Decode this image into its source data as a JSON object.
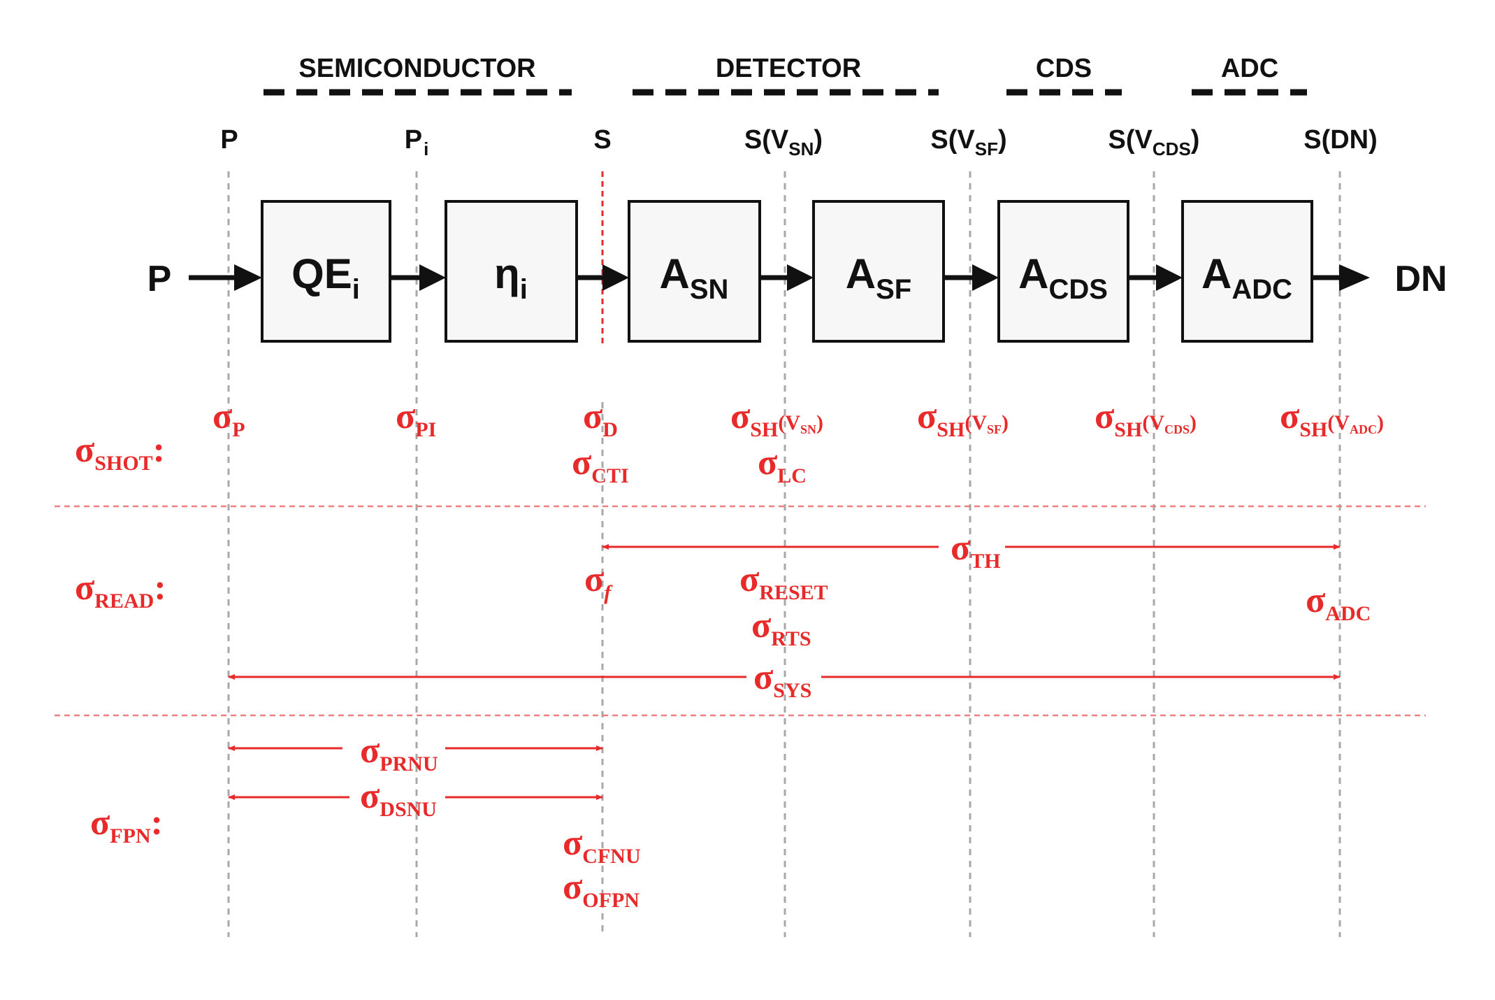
{
  "stages": [
    {
      "label": "SEMICONDUCTOR"
    },
    {
      "label": "DETECTOR"
    },
    {
      "label": "CDS"
    },
    {
      "label": "ADC"
    }
  ],
  "nodes": [
    {
      "main": "P",
      "sub": "",
      "tail": ""
    },
    {
      "main": "P",
      "sub": "i",
      "tail": ""
    },
    {
      "main": "S",
      "sub": "",
      "tail": ""
    },
    {
      "main": "S(V",
      "sub": "SN",
      "tail": ")"
    },
    {
      "main": "S(V",
      "sub": "SF",
      "tail": ")"
    },
    {
      "main": "S(V",
      "sub": "CDS",
      "tail": ")"
    },
    {
      "main": "S(DN)",
      "sub": "",
      "tail": ""
    }
  ],
  "flow": {
    "input": "P",
    "output": "DN"
  },
  "blocks": [
    {
      "main": "QE",
      "sub": "i"
    },
    {
      "main": "η",
      "sub": "i"
    },
    {
      "main": "A",
      "sub": "SN"
    },
    {
      "main": "A",
      "sub": "SF"
    },
    {
      "main": "A",
      "sub": "CDS"
    },
    {
      "main": "A",
      "sub": "ADC"
    }
  ],
  "categories": {
    "shot": {
      "sym": "σ",
      "sub": "SHOT",
      "colon": ":"
    },
    "read": {
      "sym": "σ",
      "sub": "READ",
      "colon": ":"
    },
    "fpn": {
      "sym": "σ",
      "sub": "FPN",
      "colon": ":"
    }
  },
  "shot_terms": {
    "p": {
      "sym": "σ",
      "sub": "P"
    },
    "pi": {
      "sym": "σ",
      "sub": "PI"
    },
    "d": {
      "sym": "σ",
      "sub": "D"
    },
    "cti": {
      "sym": "σ",
      "sub": "CTI"
    },
    "sh_sn": {
      "sym": "σ",
      "sub": "SH",
      "open": "(V",
      "sub2": "SN",
      "close": ")"
    },
    "lc": {
      "sym": "σ",
      "sub": "LC"
    },
    "sh_sf": {
      "sym": "σ",
      "sub": "SH",
      "open": "(V",
      "sub2": "SF",
      "close": ")"
    },
    "sh_cds": {
      "sym": "σ",
      "sub": "SH",
      "open": "(V",
      "sub2": "CDS",
      "close": ")"
    },
    "sh_adc": {
      "sym": "σ",
      "sub": "SH",
      "open": "(V",
      "sub2": "ADC",
      "close": ")"
    }
  },
  "read_terms": {
    "th": {
      "sym": "σ",
      "sub": "TH"
    },
    "f": {
      "sym": "σ",
      "sub": "f"
    },
    "reset": {
      "sym": "σ",
      "sub": "RESET"
    },
    "rts": {
      "sym": "σ",
      "sub": "RTS"
    },
    "adc": {
      "sym": "σ",
      "sub": "ADC"
    },
    "sys": {
      "sym": "σ",
      "sub": "SYS"
    }
  },
  "fpn_terms": {
    "prnu": {
      "sym": "σ",
      "sub": "PRNU"
    },
    "dsnu": {
      "sym": "σ",
      "sub": "DSNU"
    },
    "cfnu": {
      "sym": "σ",
      "sub": "CFNU"
    },
    "ofpn": {
      "sym": "σ",
      "sub": "OFPN"
    }
  },
  "colors": {
    "noise": "#e82a2a",
    "ink": "#111111",
    "guide": "#a8a8a8",
    "separator": "#f08080"
  }
}
